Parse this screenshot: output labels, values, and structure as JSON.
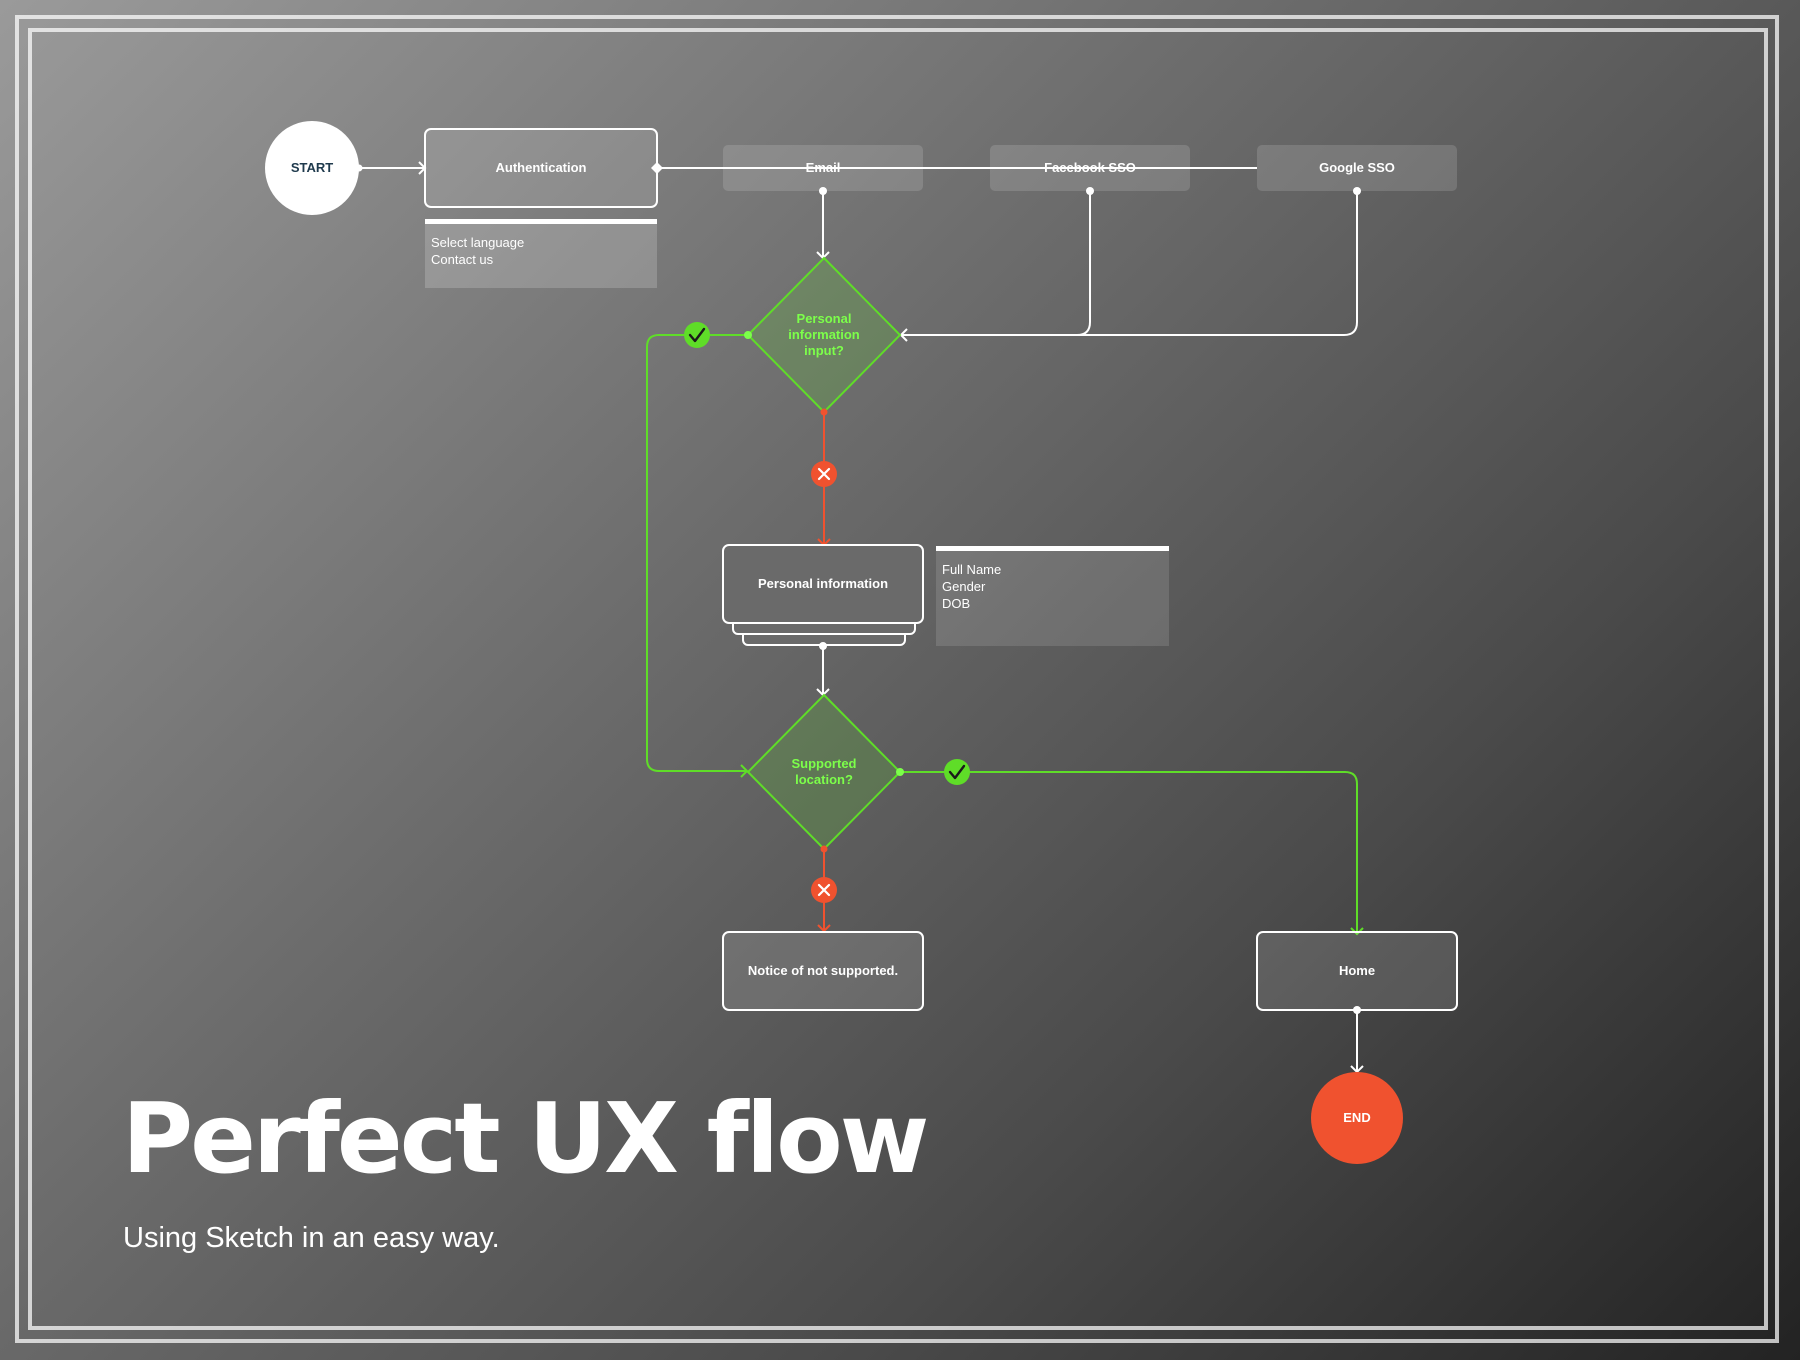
{
  "nodes": {
    "start": "START",
    "authentication": "Authentication",
    "email": "Email",
    "facebook_sso": "Facebook SSO",
    "google_sso": "Google SSO",
    "decision_personal_info": [
      "Personal",
      "information",
      "input?"
    ],
    "personal_information": "Personal information",
    "decision_supported_location": [
      "Supported",
      "location?"
    ],
    "notice_not_supported": "Notice of not supported.",
    "home": "Home",
    "end": "END"
  },
  "notes": {
    "authentication_options": [
      "Select language",
      "Contact us"
    ],
    "personal_information_fields": [
      "Full Name",
      "Gender",
      "DOB"
    ]
  },
  "headline": {
    "title": "Perfect UX flow",
    "subtitle": "Using Sketch in an easy way."
  },
  "colors": {
    "yes": "#5fdd28",
    "no": "#f0522f",
    "end": "#f0522f",
    "connector": "#ffffff"
  }
}
